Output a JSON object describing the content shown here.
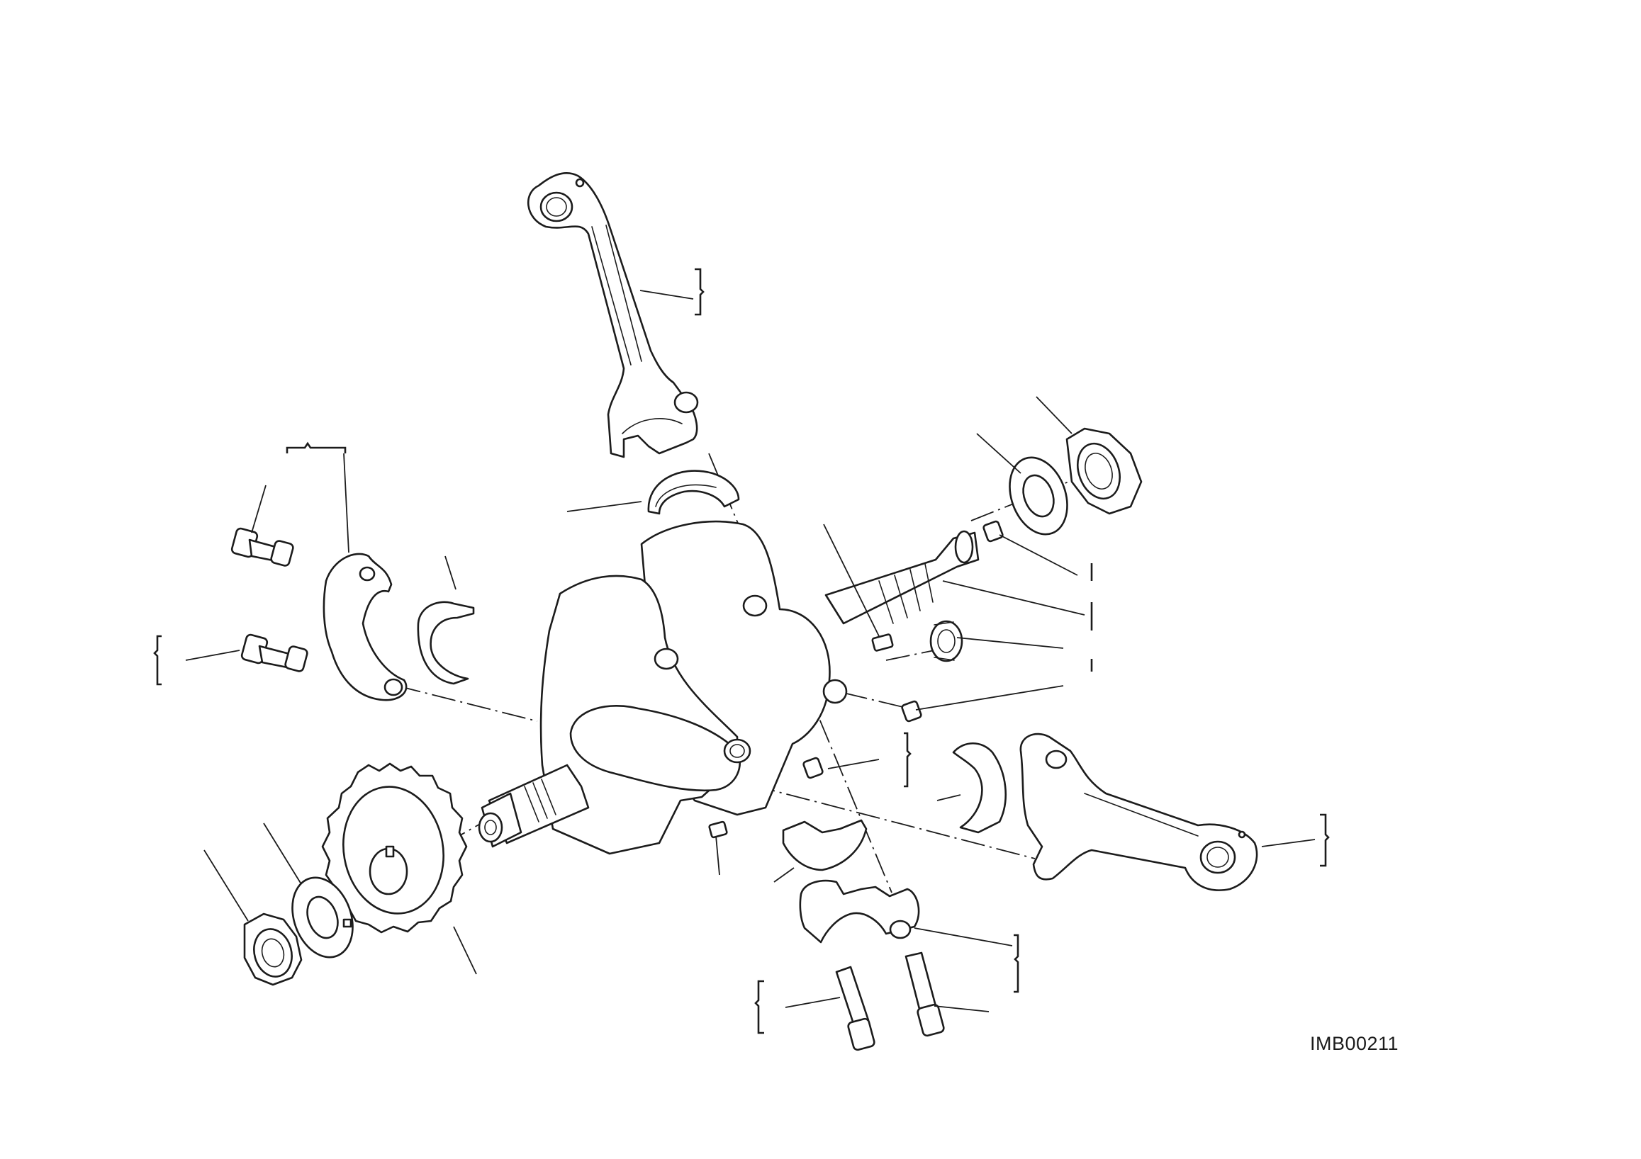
{
  "diagram": {
    "code": "IMB00211",
    "parts": [
      "connecting-rod-upper",
      "connecting-rod-right",
      "connecting-rod-cap-left",
      "connecting-rod-cap-lower",
      "big-end-bearing-shells",
      "crankshaft",
      "timing-gear",
      "lock-nut",
      "tab-washer",
      "woodruff-key",
      "rod-bolts",
      "flywheel-nut",
      "washer",
      "roller-bushing",
      "oil-plugs"
    ]
  }
}
